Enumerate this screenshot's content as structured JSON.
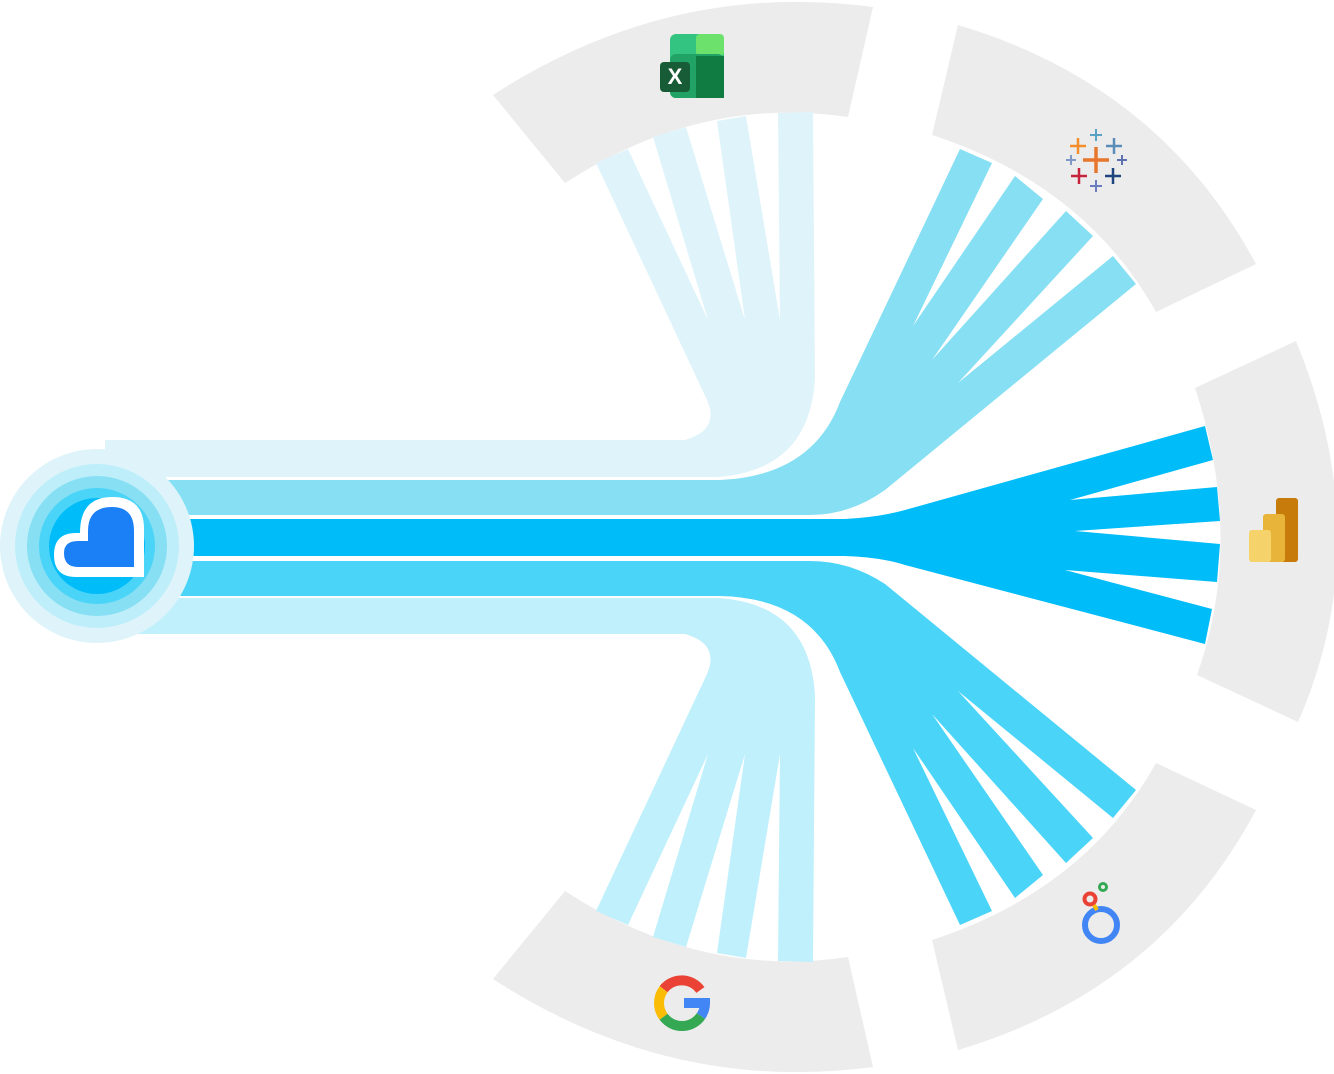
{
  "diagram": {
    "type": "integration-flow",
    "source": {
      "icon": "cloud-heart-icon"
    },
    "destinations": [
      {
        "key": "excel",
        "icon": "microsoft-excel-icon",
        "letter": "X"
      },
      {
        "key": "tableau",
        "icon": "tableau-icon"
      },
      {
        "key": "powerbi",
        "icon": "power-bi-icon"
      },
      {
        "key": "looker",
        "icon": "looker-studio-icon"
      },
      {
        "key": "google",
        "icon": "google-icon"
      }
    ],
    "colors": {
      "sector": "#ececec",
      "flow_lightest": "#dff4fa",
      "flow_light": "#bff0fb",
      "flow_mid": "#86dff3",
      "flow_strong": "#4ad4f8",
      "flow_main": "#00bcf9",
      "heart": "#1b7ff5"
    }
  }
}
